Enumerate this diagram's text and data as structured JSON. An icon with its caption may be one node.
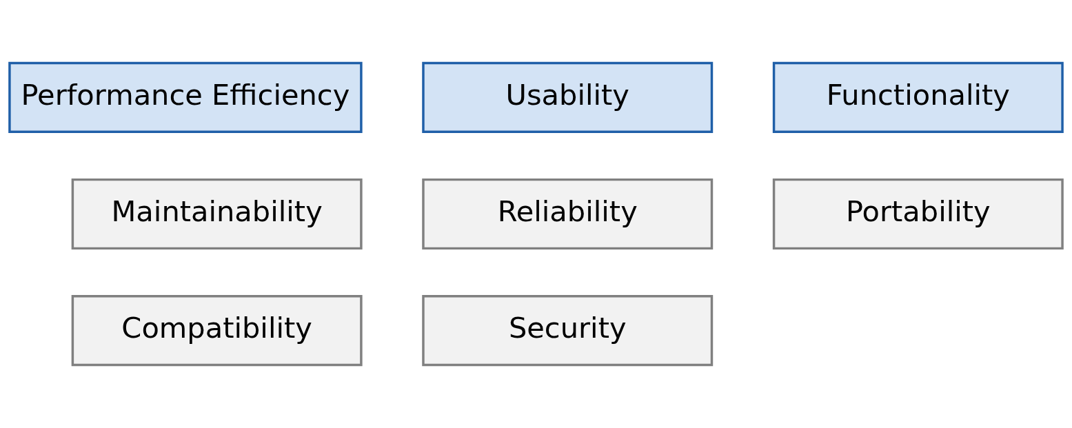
{
  "diagram": {
    "nodes": [
      {
        "text": [
          "Performance Efficiency"
        ]
      },
      {
        "text": [
          "Usability"
        ]
      },
      {
        "text": [
          "Functionality"
        ]
      },
      {
        "text": [
          "Maintainability"
        ]
      },
      {
        "text": [
          "Reliability"
        ]
      },
      {
        "text": [
          "Portability"
        ]
      },
      {
        "text": [
          "Compatibility"
        ]
      },
      {
        "text": [
          "Security"
        ]
      }
    ]
  }
}
